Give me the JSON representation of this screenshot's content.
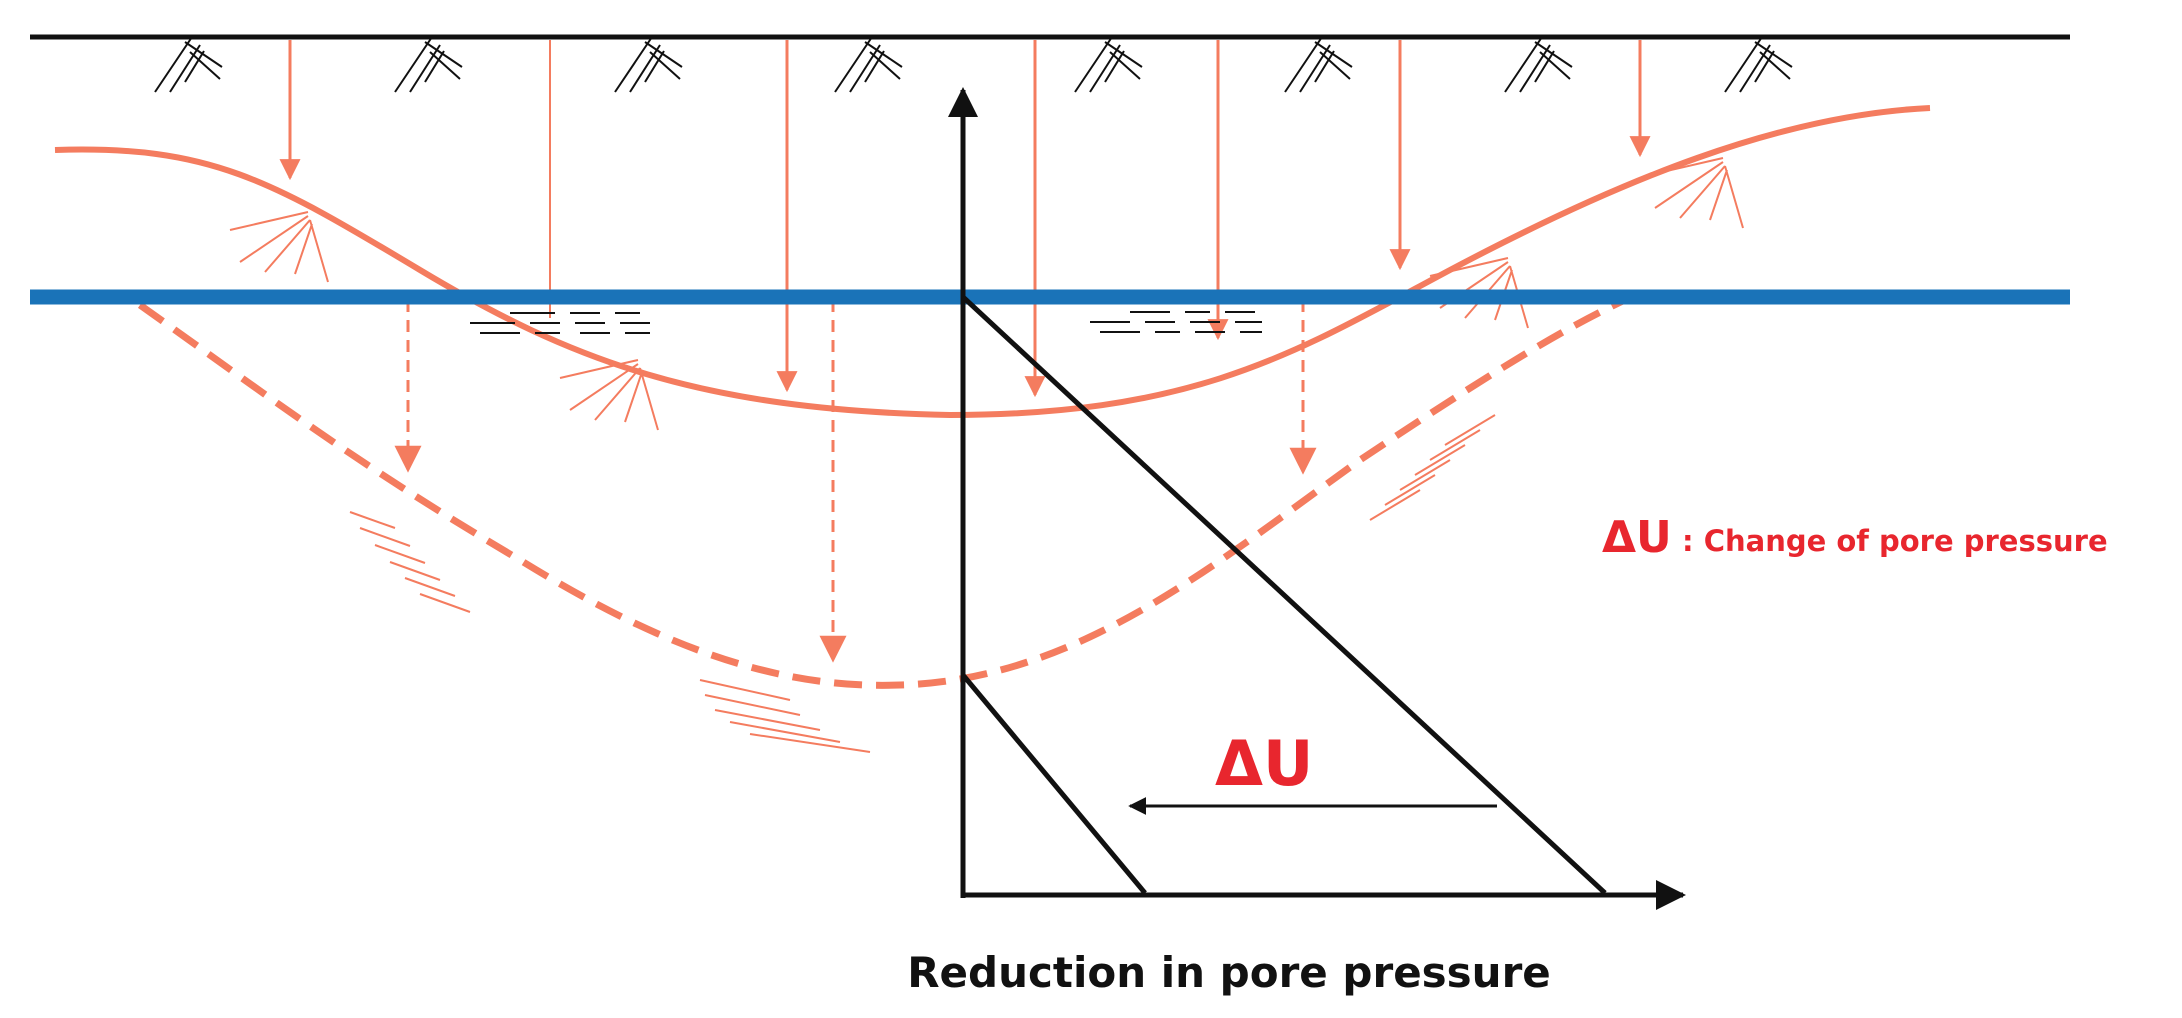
{
  "colors": {
    "ink": "#111111",
    "salmon": "#f47c5f",
    "water": "#1a73b8",
    "label_red": "#e8262e"
  },
  "labels": {
    "delta_u_arrow": "ΔU",
    "legend_symbol": "ΔU",
    "legend_text": ": Change of pore pressure",
    "x_axis_caption": "Reduction in pore pressure"
  }
}
